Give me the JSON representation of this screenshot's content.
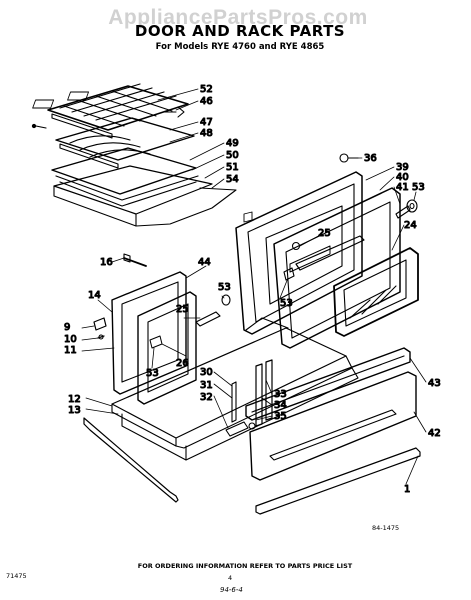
{
  "watermark": "AppliancePartsPros.com",
  "title": "DOOR AND RACK PARTS",
  "subtitle": "For Models RYE 4760 and RYE 4865",
  "callouts": {
    "c52": "52",
    "c46": "46",
    "c47": "47",
    "c48": "48",
    "c49": "49",
    "c50": "50",
    "c51": "51",
    "c54": "54",
    "c36": "36",
    "c39": "39",
    "c40": "40",
    "c41": "41",
    "c53a": "53",
    "c25a": "25",
    "c24": "24",
    "c53b": "53",
    "c16": "16",
    "c44": "44",
    "c53c": "53",
    "c25b": "25",
    "c26": "26",
    "c53d": "53",
    "c14": "14",
    "c9": "9",
    "c10": "10",
    "c11": "11",
    "c12": "12",
    "c13": "13",
    "c30": "30",
    "c31": "31",
    "c32": "32",
    "c33": "33",
    "c34": "34",
    "c35": "35",
    "c43": "43",
    "c42": "42",
    "c1": "1"
  },
  "diagram_code": "84-1475",
  "footer_note": "FOR ORDERING INFORMATION REFER TO PARTS PRICE LIST",
  "page_number": "4",
  "footer_left": "71475",
  "footer_date": "94-6-4"
}
